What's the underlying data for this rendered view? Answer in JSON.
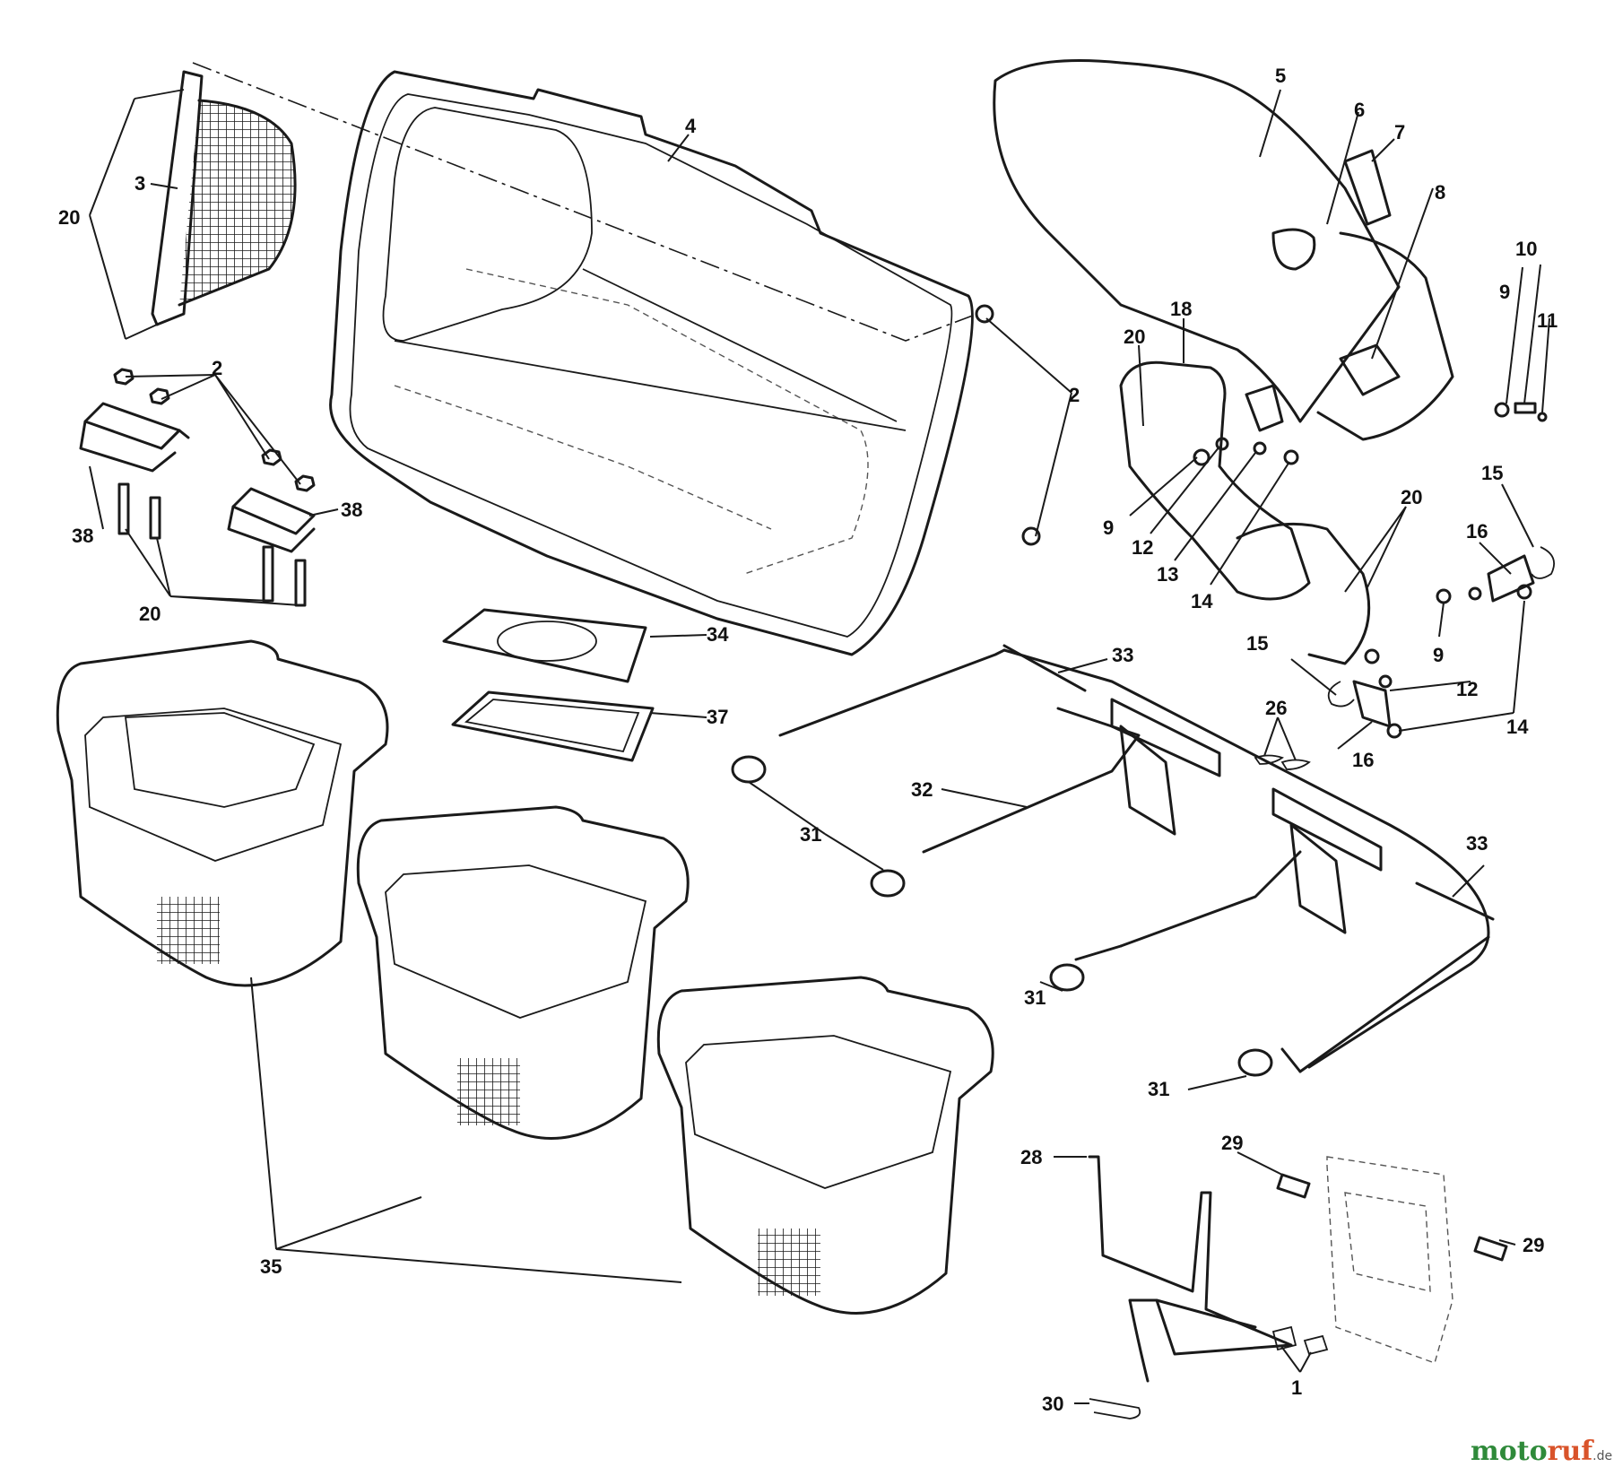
{
  "callouts": [
    {
      "id": "c1",
      "text": "1"
    },
    {
      "id": "c2a",
      "text": "2"
    },
    {
      "id": "c2b",
      "text": "2"
    },
    {
      "id": "c3",
      "text": "3"
    },
    {
      "id": "c4",
      "text": "4"
    },
    {
      "id": "c5",
      "text": "5"
    },
    {
      "id": "c6",
      "text": "6"
    },
    {
      "id": "c7",
      "text": "7"
    },
    {
      "id": "c8",
      "text": "8"
    },
    {
      "id": "c9a",
      "text": "9"
    },
    {
      "id": "c9b",
      "text": "9"
    },
    {
      "id": "c9c",
      "text": "9"
    },
    {
      "id": "c10",
      "text": "10"
    },
    {
      "id": "c11",
      "text": "11"
    },
    {
      "id": "c12a",
      "text": "12"
    },
    {
      "id": "c12b",
      "text": "12"
    },
    {
      "id": "c13",
      "text": "13"
    },
    {
      "id": "c14a",
      "text": "14"
    },
    {
      "id": "c14b",
      "text": "14"
    },
    {
      "id": "c15a",
      "text": "15"
    },
    {
      "id": "c15b",
      "text": "15"
    },
    {
      "id": "c16a",
      "text": "16"
    },
    {
      "id": "c16b",
      "text": "16"
    },
    {
      "id": "c18",
      "text": "18"
    },
    {
      "id": "c20a",
      "text": "20"
    },
    {
      "id": "c20b",
      "text": "20"
    },
    {
      "id": "c20c",
      "text": "20"
    },
    {
      "id": "c20d",
      "text": "20"
    },
    {
      "id": "c26",
      "text": "26"
    },
    {
      "id": "c28",
      "text": "28"
    },
    {
      "id": "c29a",
      "text": "29"
    },
    {
      "id": "c29b",
      "text": "29"
    },
    {
      "id": "c30",
      "text": "30"
    },
    {
      "id": "c31a",
      "text": "31"
    },
    {
      "id": "c31b",
      "text": "31"
    },
    {
      "id": "c31c",
      "text": "31"
    },
    {
      "id": "c32",
      "text": "32"
    },
    {
      "id": "c33a",
      "text": "33"
    },
    {
      "id": "c33b",
      "text": "33"
    },
    {
      "id": "c34",
      "text": "34"
    },
    {
      "id": "c35",
      "text": "35"
    },
    {
      "id": "c37",
      "text": "37"
    },
    {
      "id": "c38a",
      "text": "38"
    },
    {
      "id": "c38b",
      "text": "38"
    }
  ],
  "watermark": {
    "part1": "moto",
    "part2": "ruf",
    "suffix": ".de"
  }
}
